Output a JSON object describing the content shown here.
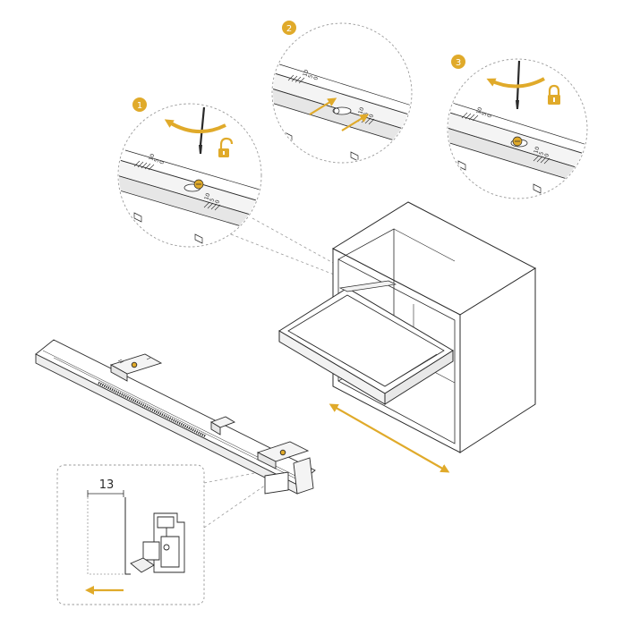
{
  "steps": [
    {
      "number": "1"
    },
    {
      "number": "2"
    },
    {
      "number": "3"
    }
  ],
  "ruler_marks": [
    "10",
    "5",
    "0"
  ],
  "dimension": {
    "value": "13"
  },
  "colors": {
    "accent": "#E0AA2A",
    "line": "#2a2a2a",
    "light_line": "#8a8a8a",
    "dash": "#9a9a9a"
  },
  "icons": {
    "step1": [
      "screwdriver-icon",
      "rotate-arrow-icon",
      "unlock-icon"
    ],
    "step2": [
      "slide-arrow-icon"
    ],
    "step3": [
      "screwdriver-icon",
      "rotate-arrow-icon",
      "lock-icon"
    ]
  }
}
